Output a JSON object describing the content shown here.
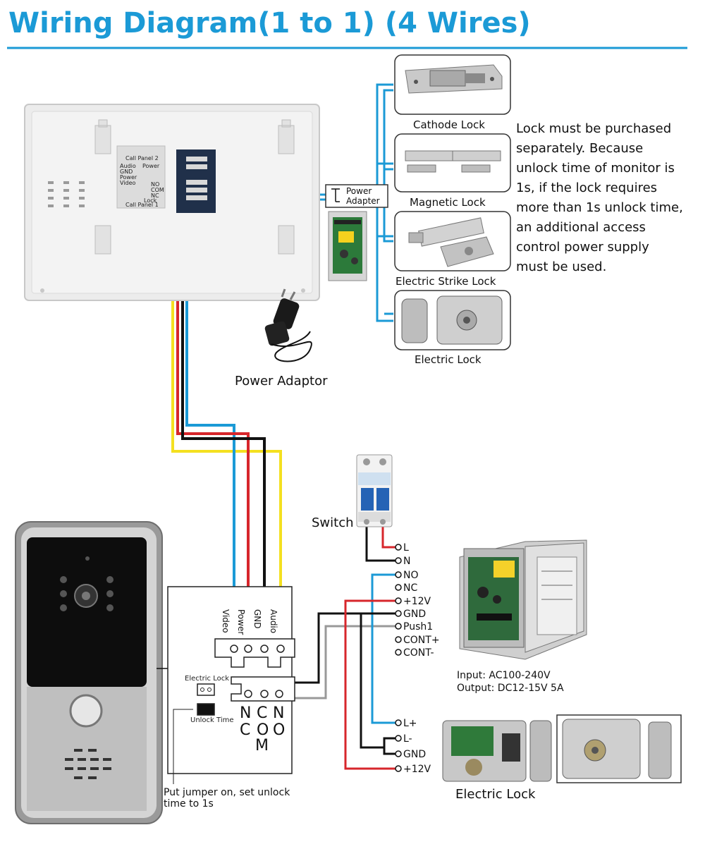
{
  "title": "Wiring Diagram(1 to 1) (4 Wires)",
  "colors": {
    "accent": "#1b9ad6",
    "wire_blue": "#1b9ad6",
    "wire_red": "#d7262b",
    "wire_black": "#111111",
    "wire_yellow": "#f4e020",
    "wire_gray": "#999999"
  },
  "monitor": {
    "panel_labels": {
      "call_panel_2": "Call Panel 2",
      "call_panel_1": "Call Panel 1",
      "audio": "Audio",
      "gnd": "GND",
      "power": "Power",
      "video": "Video",
      "power_hdr": "Power",
      "no": "NO",
      "com": "COM",
      "nc": "NC",
      "lock": "Lock"
    }
  },
  "power_adapter_box": {
    "line1": "Power",
    "line2": "Adapter"
  },
  "power_adaptor_caption": "Power Adaptor",
  "locks": [
    {
      "name": "Cathode Lock",
      "icon": "cathode-lock-icon"
    },
    {
      "name": "Magnetic Lock",
      "icon": "magnetic-lock-icon"
    },
    {
      "name": "Electric Strike Lock",
      "icon": "electric-strike-lock-icon"
    },
    {
      "name": "Electric Lock",
      "icon": "electric-lock-icon"
    }
  ],
  "lock_note_lines": [
    "Lock must be purchased",
    "separately. Because",
    "unlock time of monitor is",
    "1s, if the lock requires",
    "more than 1s unlock time,",
    "an additional access",
    "control power supply",
    "must be used."
  ],
  "outdoor_terminal": {
    "labels": [
      "Video",
      "Power",
      "GND",
      "Audio"
    ],
    "electric_lock": "Electric Lock",
    "unlock_time": "Unlock Time",
    "nc": [
      "N",
      "C"
    ],
    "com": [
      "C",
      "O",
      "M"
    ],
    "no": [
      "N",
      "O"
    ]
  },
  "jumper_note": [
    "Put jumper on, set unlock",
    "time to 1s"
  ],
  "switch_label": "Switch",
  "supply_terminals": [
    "L",
    "N",
    "NO",
    "NC",
    "+12V",
    "GND",
    "Push1",
    "CONT+",
    "CONT-"
  ],
  "lock_terminals": [
    "L+",
    "L-",
    "GND",
    "+12V"
  ],
  "psu_spec": {
    "input": "Input: AC100-240V",
    "output": "Output: DC12-15V 5A"
  },
  "electric_lock_caption": "Electric Lock"
}
